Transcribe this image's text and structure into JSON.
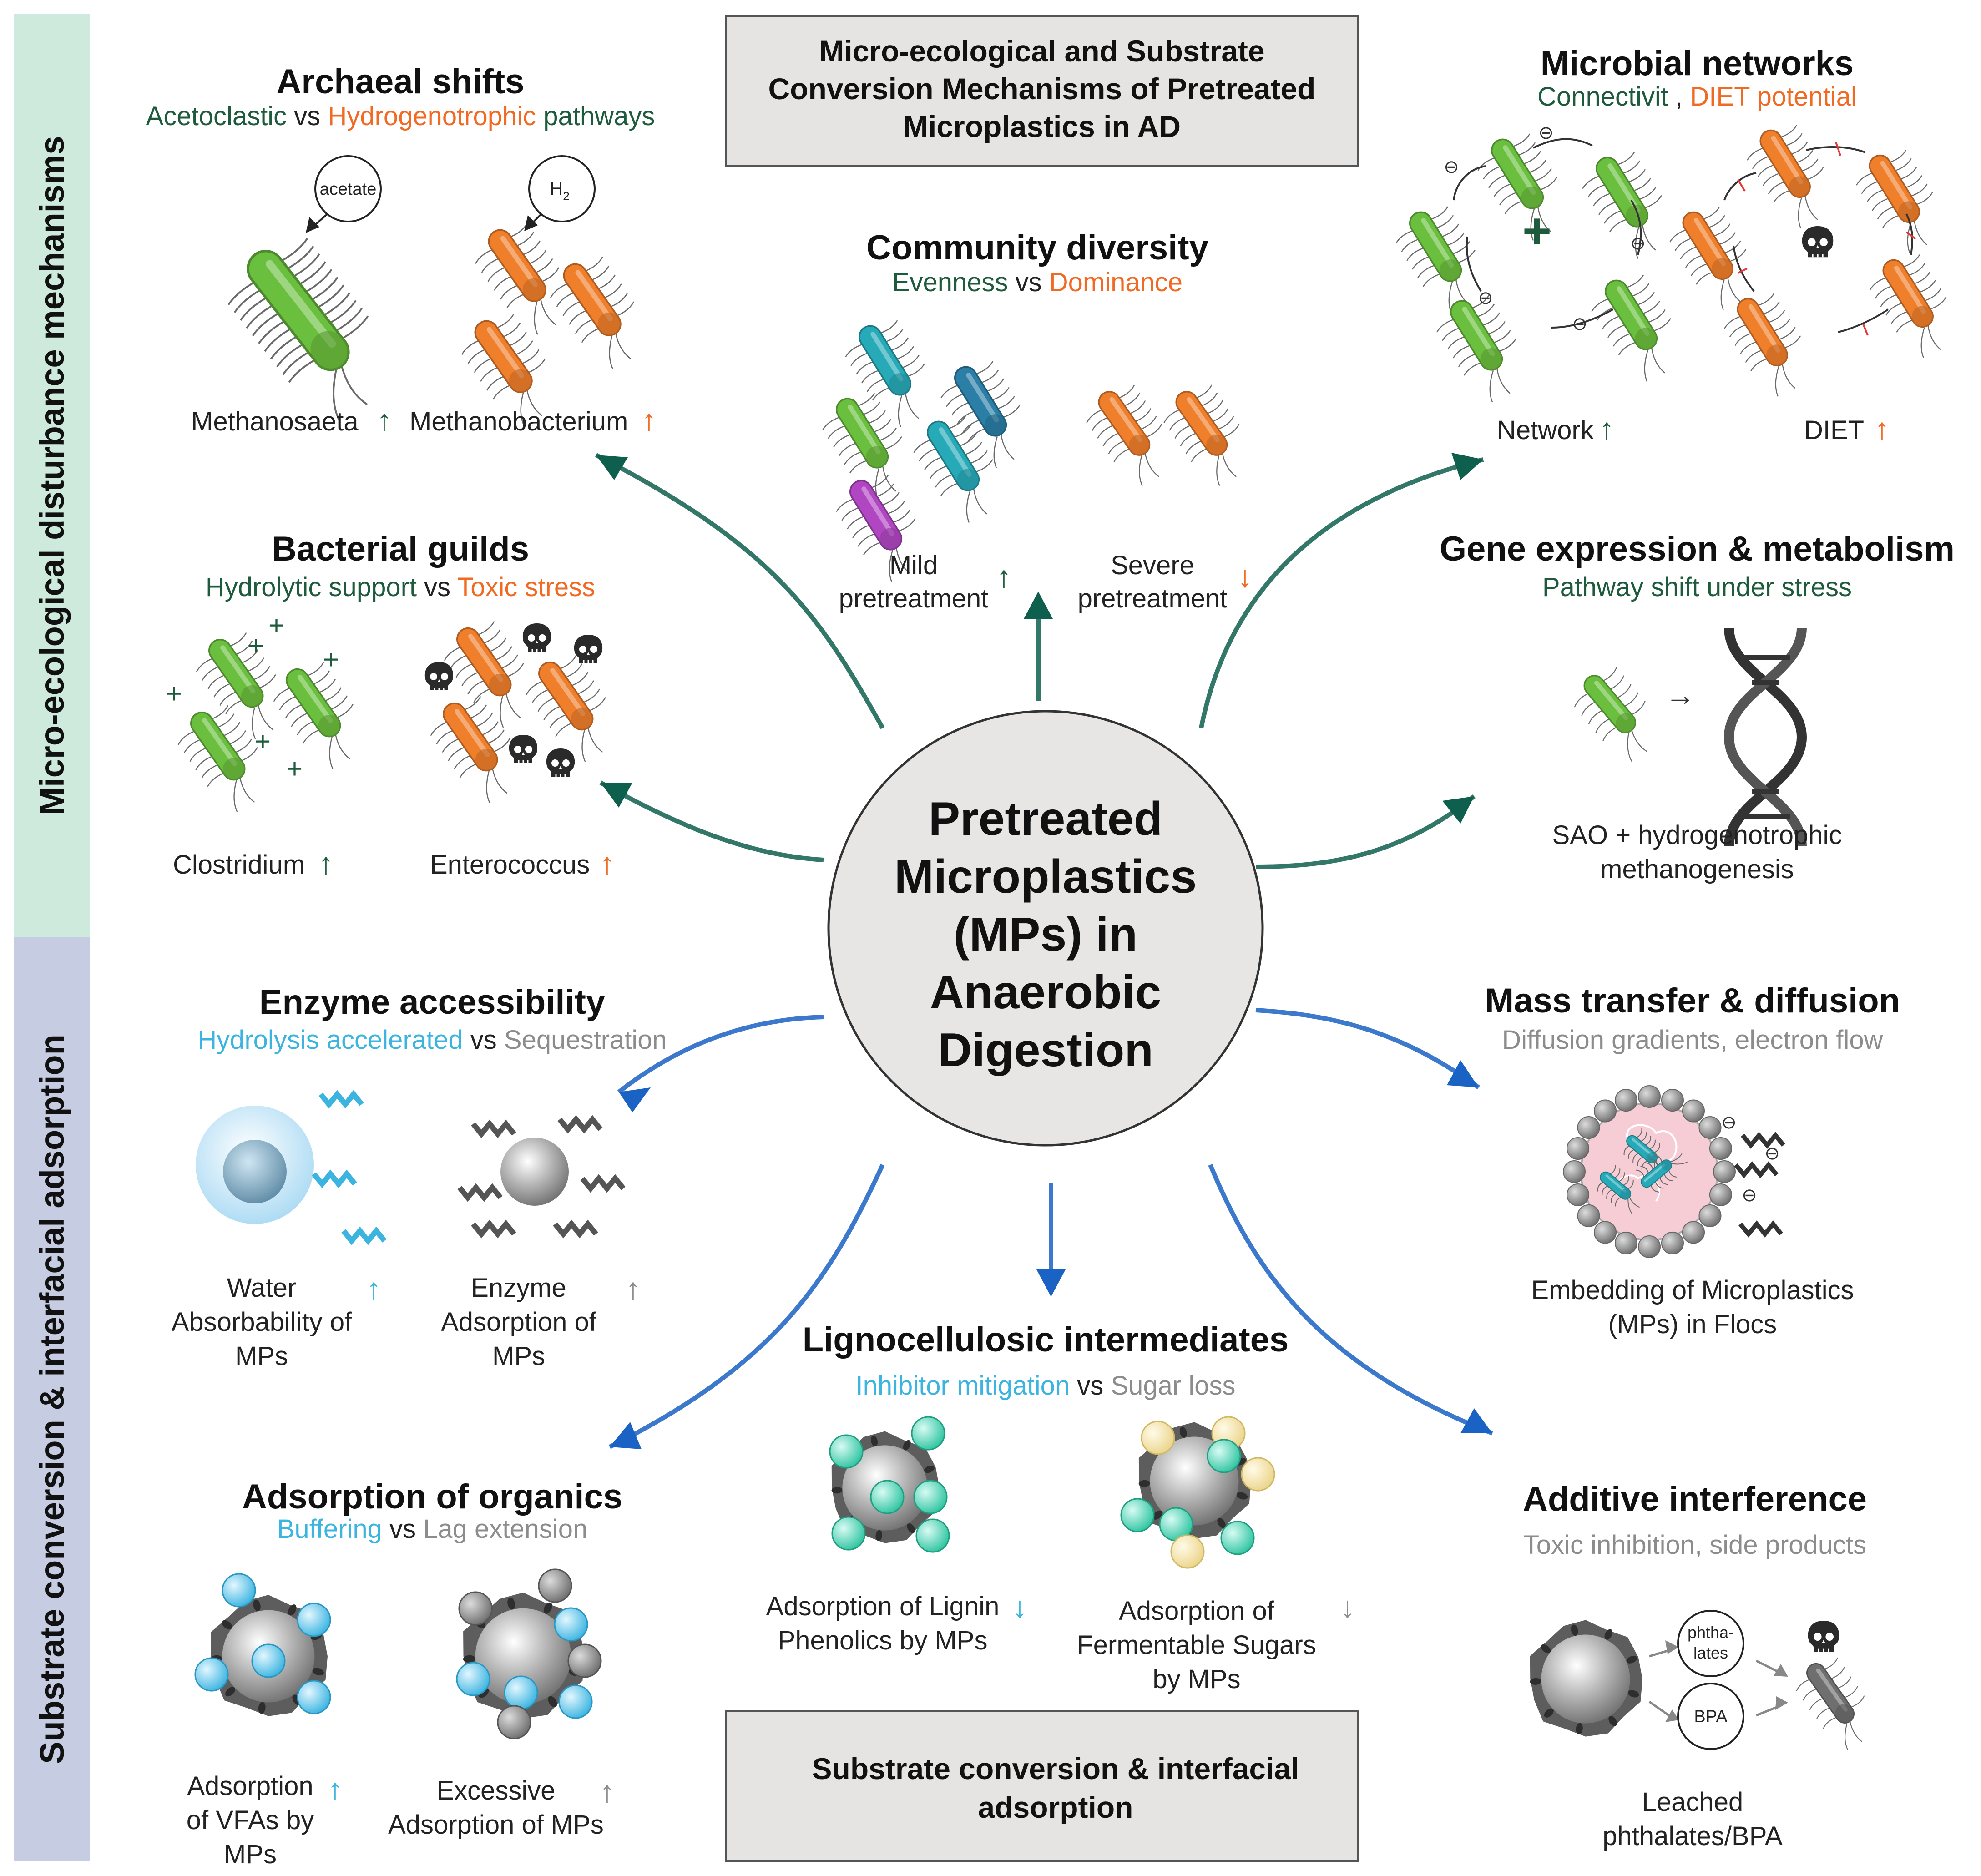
{
  "header_box": {
    "lines": [
      "Micro-ecological and Substrate",
      "Conversion Mechanisms of Pretreated",
      "Microplastics in AD"
    ]
  },
  "footer_box": {
    "lines": [
      "Substrate conversion & interfacial",
      "adsorption"
    ]
  },
  "side_bands": {
    "top": "Micro-ecological disturbance mechanisms",
    "bottom": "Substrate conversion & interfacial adsorption"
  },
  "center": {
    "lines": [
      "Pretreated",
      "Microplastics",
      "(MPs) in",
      "Anaerobic",
      "Digestion"
    ]
  },
  "archaeal_shifts": {
    "title": "Archaeal shifts",
    "sub_a": "Acetoclastic",
    "sub_vs": " vs ",
    "sub_b": "Hydrogenotrophic",
    "sub_rest": " pathways",
    "acetate_label": "acetate",
    "h2_label": "H",
    "h2_subscript": "2",
    "left_label": "Methanosaeta",
    "right_label": "Methanobacterium"
  },
  "community_diversity": {
    "title": "Community diversity",
    "sub_a": "Evenness",
    "sub_vs": " vs ",
    "sub_b": "Dominance",
    "left_label": [
      "Mild",
      "pretreatment"
    ],
    "right_label": [
      "Severe",
      "pretreatment"
    ]
  },
  "microbial_networks": {
    "title": "Microbial networks",
    "sub_a": "Connectivit",
    "sub_sep": " , ",
    "sub_b": "DIET potential",
    "left_label": "Network",
    "right_label": "DIET"
  },
  "bacterial_guilds": {
    "title": "Bacterial guilds",
    "sub_a": "Hydrolytic support",
    "sub_vs": " vs ",
    "sub_b": "Toxic stress",
    "left_label": "Clostridium",
    "right_label": "Enterococcus"
  },
  "gene_expression": {
    "title": "Gene expression & metabolism",
    "sub": "Pathway shift under stress",
    "label": [
      "SAO + hydrogenotrophic",
      "methanogenesis"
    ]
  },
  "enzyme_accessibility": {
    "title": "Enzyme accessibility",
    "sub_a": "Hydrolysis accelerated",
    "sub_vs": " vs ",
    "sub_b": "Sequestration",
    "left_label": [
      "Water",
      "Absorbability of",
      "MPs"
    ],
    "right_label": [
      "Enzyme",
      "Adsorption of",
      "MPs"
    ]
  },
  "mass_transfer": {
    "title": "Mass transfer & diffusion",
    "sub": "Diffusion gradients, electron flow",
    "label": [
      "Embedding of Microplastics",
      "(MPs) in Flocs"
    ]
  },
  "lignocellulosic": {
    "title": "Lignocellulosic intermediates",
    "sub_a": "Inhibitor mitigation",
    "sub_vs": " vs ",
    "sub_b": "Sugar loss",
    "left_label": [
      "Adsorption of Lignin",
      "Phenolics  by MPs"
    ],
    "right_label": [
      "Adsorption of",
      "Fermentable Sugars",
      "by MPs"
    ]
  },
  "adsorption_organics": {
    "title": "Adsorption of organics",
    "sub_a": "Buffering",
    "sub_vs": " vs ",
    "sub_b": "Lag extension",
    "left_label": [
      "Adsorption",
      "of VFAs by",
      "MPs"
    ],
    "right_label": [
      "Excessive",
      "Adsorption of MPs"
    ]
  },
  "additive_interference": {
    "title": "Additive interference",
    "sub": "Toxic inhibition, side products",
    "phthalates_label": [
      "phtha-",
      "lates"
    ],
    "bpa_label": "BPA",
    "label": [
      "Leached",
      "phthalates/BPA"
    ]
  },
  "arrow_glyphs": {
    "up": "↑",
    "down": "↓",
    "right": "→",
    "minus": "⊖",
    "plus": "+"
  },
  "colors": {
    "green_text": "#1e5a3c",
    "orange_text": "#f06a23",
    "blue_text": "#3bb4e0",
    "gray_text": "#8c8c8c",
    "band_top": "#cdeadc",
    "band_bottom": "#c6cde2",
    "box_fill": "#e6e3e3",
    "arrow_teal": "#0f5f4e",
    "arrow_blue": "#1a62c4",
    "bact_green": "#6bbf3e",
    "bact_orange": "#f07f2c",
    "bact_teal": "#27aab8",
    "bact_purple": "#b146c2"
  }
}
